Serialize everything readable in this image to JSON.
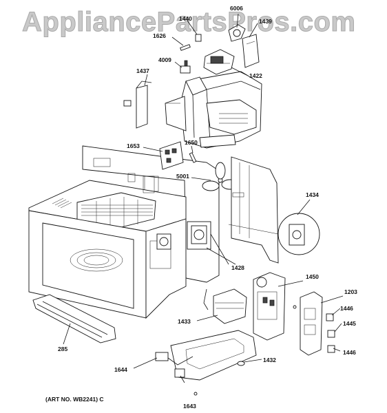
{
  "watermark": "AppliancePartsPros.com",
  "art_number": "(ART NO. WB2241) C",
  "callouts": {
    "p6006": "6006",
    "p1440": "1440",
    "p1439": "1439",
    "p1626": "1626",
    "p4009": "4009",
    "p1422": "1422",
    "p1437": "1437",
    "p1653": "1653",
    "p1650": "1650",
    "p5001": "5001",
    "p1434": "1434",
    "p1428": "1428",
    "p1450": "1450",
    "p1203": "1203",
    "p1446a": "1446",
    "p1445": "1445",
    "p1446b": "1446",
    "p1433": "1433",
    "p285": "285",
    "p1432": "1432",
    "p1644": "1644",
    "p1643": "1643"
  }
}
